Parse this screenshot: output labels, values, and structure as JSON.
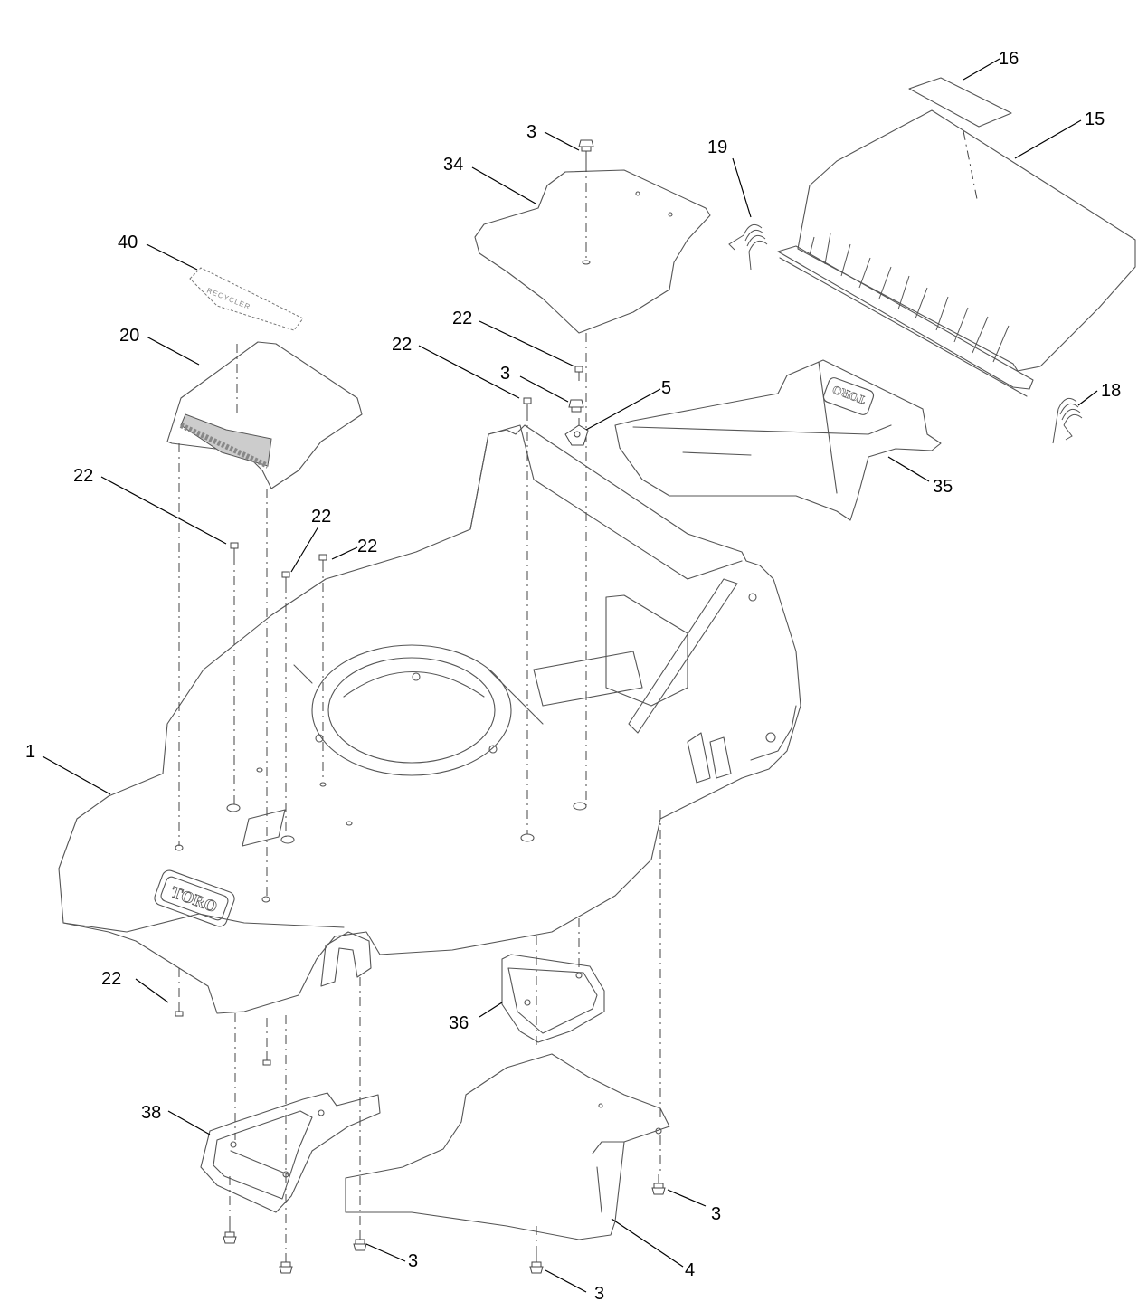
{
  "callouts": {
    "c1": "1",
    "c3_top": "3",
    "c3_mid": "3",
    "c3_right": "3",
    "c3_bl": "3",
    "c3_bc": "3",
    "c4": "4",
    "c5": "5",
    "c15": "15",
    "c16": "16",
    "c18": "18",
    "c19": "19",
    "c20": "20",
    "c22_a": "22",
    "c22_b": "22",
    "c22_c": "22",
    "c22_d": "22",
    "c22_e": "22",
    "c22_f": "22",
    "c34": "34",
    "c35": "35",
    "c36": "36",
    "c38": "38",
    "c40": "40"
  },
  "decals": {
    "deck_logo": "TORO",
    "chute_logo": "TORO",
    "decal_40_text": "RECYCLER"
  }
}
